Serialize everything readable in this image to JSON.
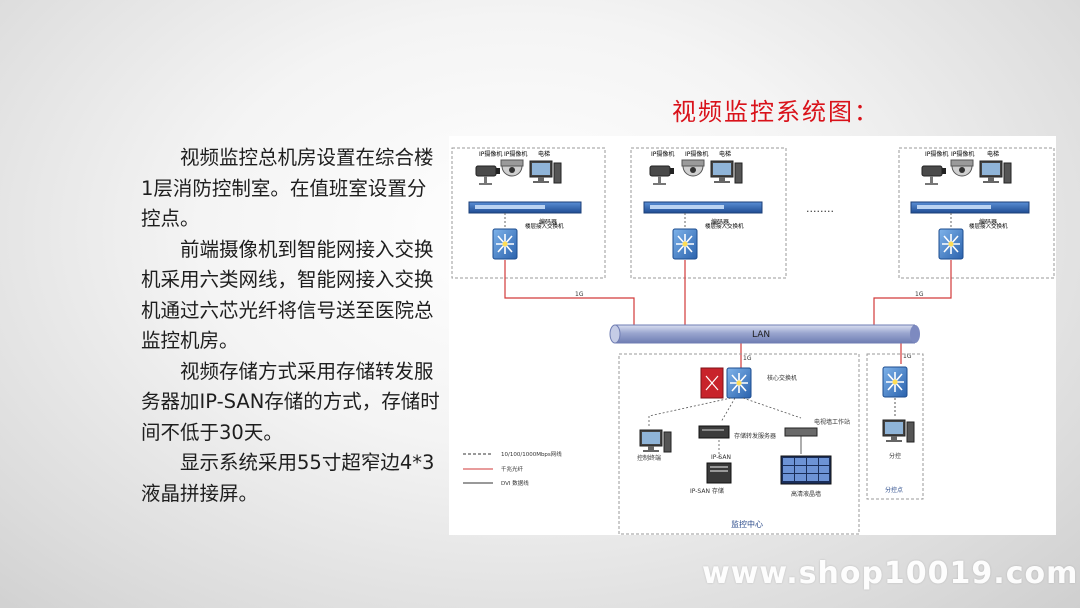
{
  "title": "视频监控系统图：",
  "description": [
    "视频监控总机房设置在综合楼1层消防控制室。在值班室设置分控点。",
    "前端摄像机到智能网接入交换机采用六类网线，智能网接入交换机通过六芯光纤将信号送至医院总监控机房。",
    "视频存储方式采用存储转发服务器加IP-SAN存储的方式，存储时间不低于30天。",
    "显示系统采用55寸超窄边4*3液晶拼接屏。"
  ],
  "diagram": {
    "floor_groups": [
      {
        "camera1": "IP摄像机",
        "camera2": "IP摄像机",
        "elevator": "电梯",
        "encoder": "编码器",
        "switch": "楼层接入交换机"
      },
      {
        "camera1": "IP摄像机",
        "camera2": "IP摄像机",
        "elevator": "电梯",
        "encoder": "编码器",
        "switch": "楼层接入交换机"
      },
      {
        "camera1": "IP摄像机",
        "camera2": "IP摄像机",
        "elevator": "电梯",
        "encoder": "编码器",
        "switch": "楼层接入交换机"
      }
    ],
    "ellipsis": "........",
    "fiber_tag": "1G",
    "lan_label": "LAN",
    "core_switch": "核心交换机",
    "control_host": "控制终端",
    "storage_server": "存储转发服务器",
    "ipsan": "IP-SAN",
    "ipsan_storage": "IP-SAN 存储",
    "tv_workstation": "电视墙工作站",
    "video_wall": "高清液晶墙",
    "monitoring_center": "监控中心",
    "sub_control": "分控",
    "sub_control_point": "分控点",
    "legend": [
      {
        "style": "dashed",
        "label": "10/100/1000Mbps网线"
      },
      {
        "style": "fiber",
        "label": "千兆光纤"
      },
      {
        "style": "solid",
        "label": "DVI 数据线"
      }
    ]
  },
  "colors": {
    "title": "#d9121a",
    "fiber": "#d23a3a",
    "lan_tube": "#9aa6cf",
    "switch_rack": "#2d5ea8",
    "core_switch": "#3a78c2",
    "firewall": "#c8232b",
    "dashed_box": "#9a9a9a"
  },
  "watermark": "www.shop10019.com"
}
